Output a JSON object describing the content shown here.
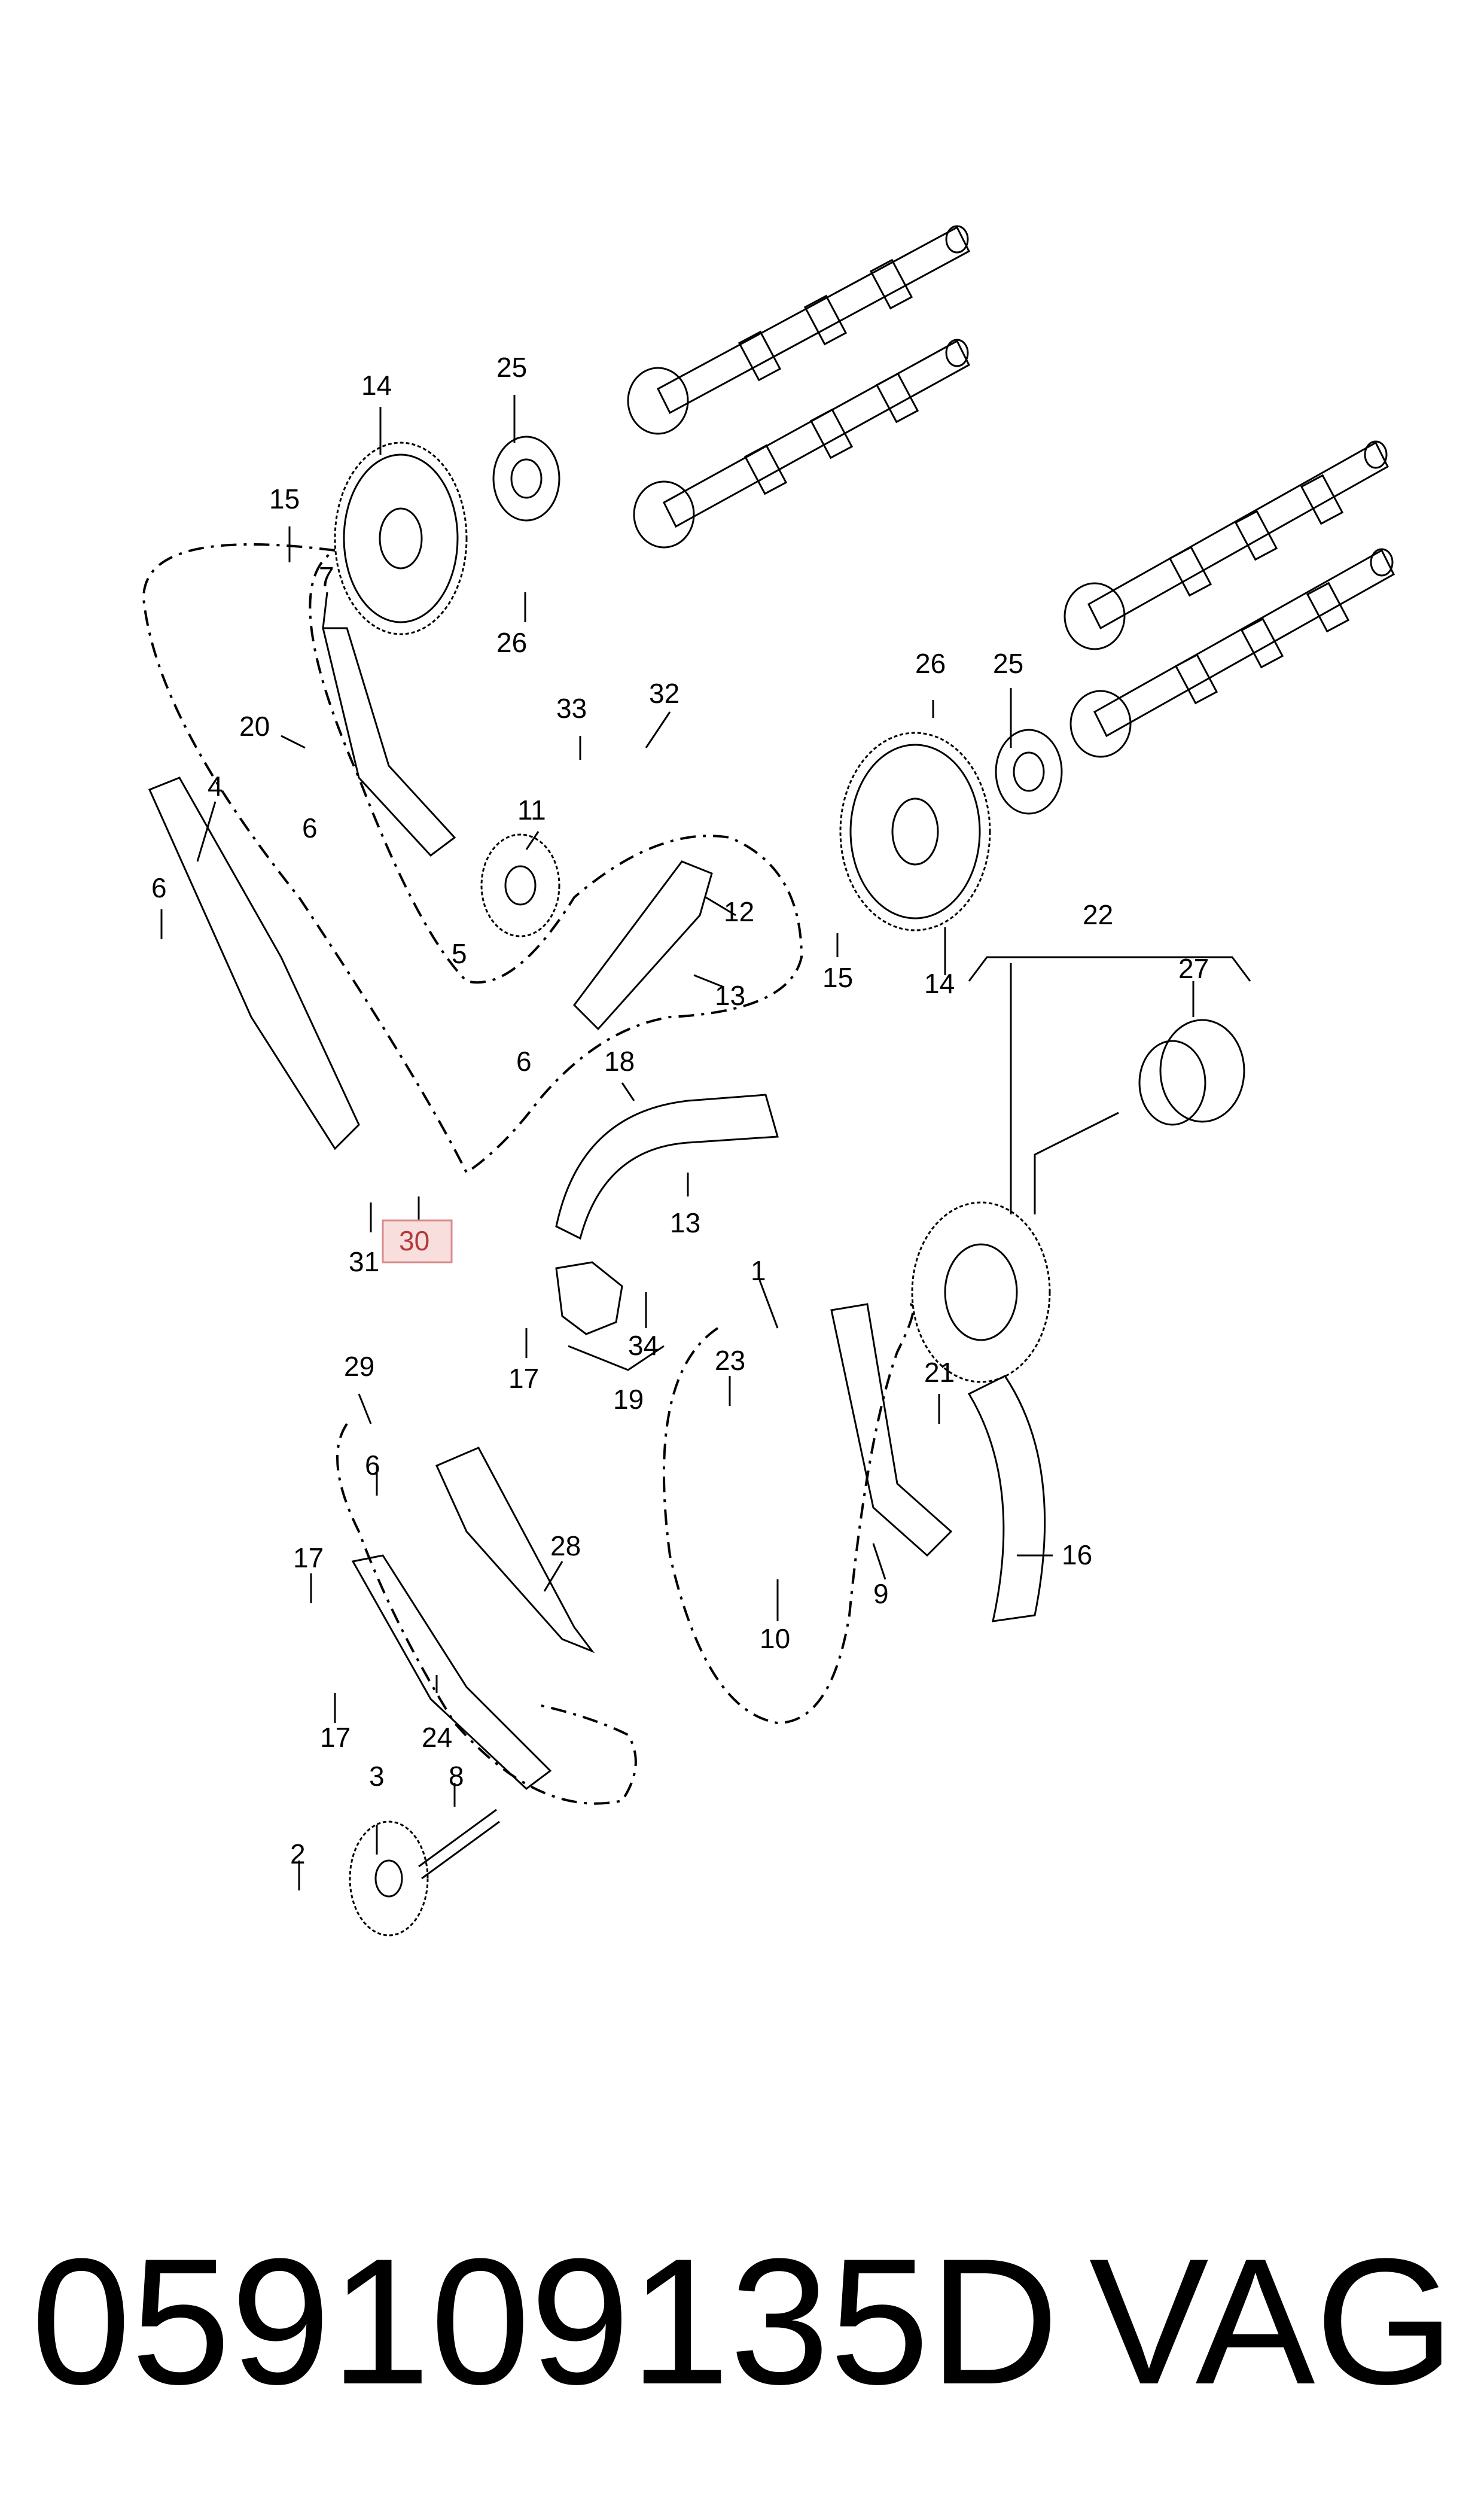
{
  "footer": {
    "part_number": "059109135D",
    "brand": "VAG"
  },
  "highlighted_callout": "30",
  "callouts": {
    "c14_top": "14",
    "c25_top": "25",
    "c15_top": "15",
    "c7": "7",
    "c26_top": "26",
    "c33": "33",
    "c32": "32",
    "c20": "20",
    "c4": "4",
    "c6_a": "6",
    "c11": "11",
    "c6_b": "6",
    "c5": "5",
    "c12": "12",
    "c13_a": "13",
    "c6_c": "6",
    "c26_right": "26",
    "c25_right": "25",
    "c15_right": "15",
    "c14_right": "14",
    "c22": "22",
    "c27": "27",
    "c18": "18",
    "c13_b": "13",
    "c30": "30",
    "c31": "31",
    "c1": "1",
    "c34": "34",
    "c17_a": "17",
    "c19": "19",
    "c23": "23",
    "c21": "21",
    "c29": "29",
    "c6_d": "6",
    "c28": "28",
    "c17_b": "17",
    "c17_c": "17",
    "c24": "24",
    "c16": "16",
    "c9": "9",
    "c10": "10",
    "c3": "3",
    "c8": "8",
    "c2": "2"
  },
  "colors": {
    "ink": "#000000",
    "highlight_fill": "#f9dede",
    "highlight_stroke": "#d78c8c",
    "highlight_text": "#b23a3a"
  }
}
